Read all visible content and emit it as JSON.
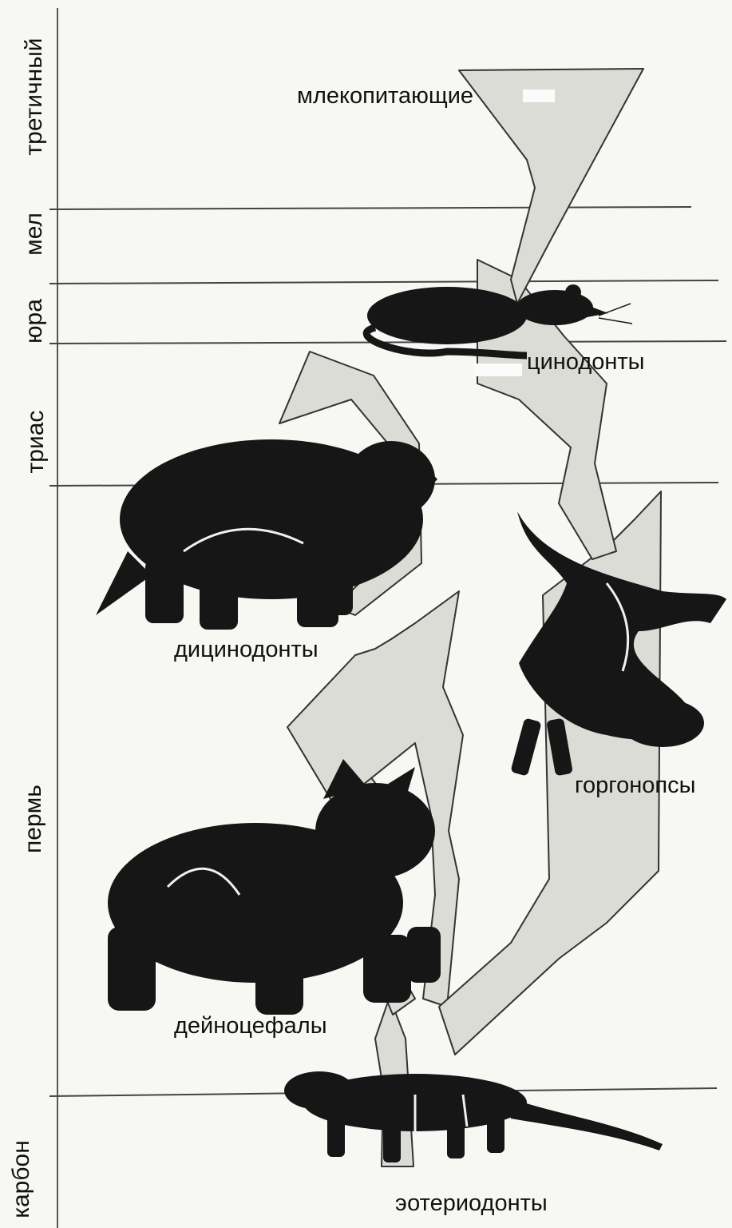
{
  "periods": [
    {
      "id": "tertiary",
      "label": "третичный"
    },
    {
      "id": "cretaceous",
      "label": "мел"
    },
    {
      "id": "jurassic",
      "label": "юра"
    },
    {
      "id": "triassic",
      "label": "триас"
    },
    {
      "id": "permian",
      "label": "пермь"
    },
    {
      "id": "carboniferous",
      "label": "карбон"
    }
  ],
  "taxa": {
    "mammals": "млекопитающие",
    "cynodonts": "цинодонты",
    "dicynodonts": "дицинодонты",
    "gorgonopsians": "горгонопсы",
    "dinocephalians": "дейноцефалы",
    "eotheriodonts": "эотериодонты"
  },
  "colors": {
    "background": "#f7f7f4",
    "branch_fill": "#dcdcd6",
    "branch_stroke": "#333333",
    "animal_fill": "#161616",
    "line": "#444444"
  }
}
